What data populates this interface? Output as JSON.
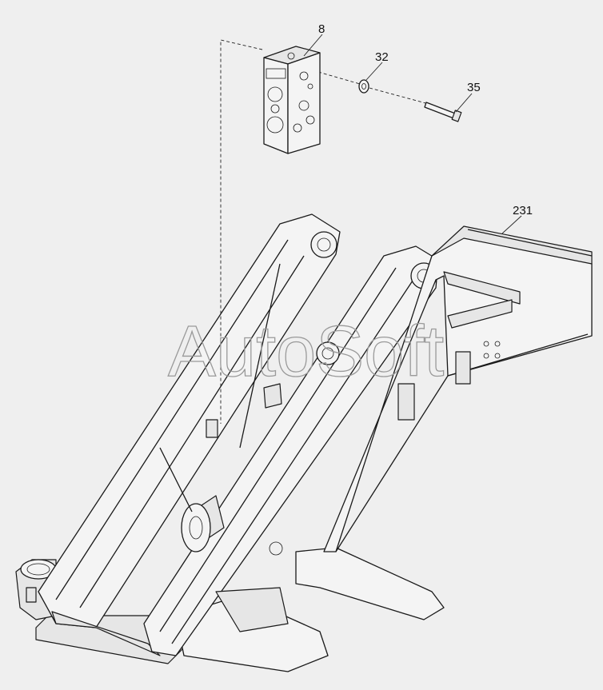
{
  "callouts": {
    "c8": "8",
    "c32": "32",
    "c35": "35",
    "c231": "231"
  },
  "watermark": "AutoSoft"
}
